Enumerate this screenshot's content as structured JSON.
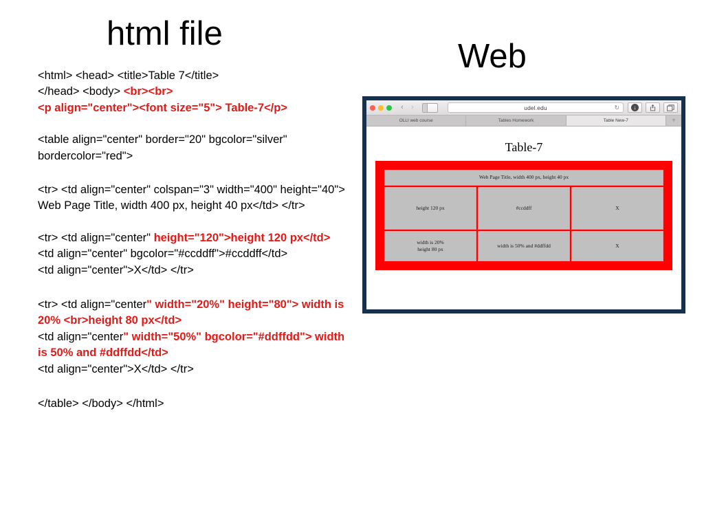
{
  "slide": {
    "heading_left": "html file",
    "heading_right": "Web"
  },
  "code": {
    "block1": [
      {
        "segments": [
          {
            "text": "<html>  <head>  <title>Table 7</title>",
            "red": false
          }
        ]
      },
      {
        "segments": [
          {
            "text": "</head>  <body>   ",
            "red": false
          },
          {
            "text": "<br><br>",
            "red": true
          }
        ]
      },
      {
        "segments": [
          {
            "text": "<p align=\"center\"><font size=\"5\"> Table-7</p>",
            "red": true
          }
        ]
      }
    ],
    "block2": [
      {
        "segments": [
          {
            "text": "<table align=\"center\" border=\"20\" bgcolor=\"silver\" bordercolor=\"red\">",
            "red": false
          }
        ]
      }
    ],
    "block3": [
      {
        "segments": [
          {
            "text": "<tr>  <td align=\"center\" colspan=\"3\" width=\"400\" height=\"40\"> Web Page Title, width 400 px, height 40 px</td>  </tr>",
            "red": false
          }
        ]
      }
    ],
    "block4": [
      {
        "segments": [
          {
            "text": " <tr>  <td align=\"center\" ",
            "red": false
          },
          {
            "text": "height=\"120\">height 120 px</td>",
            "red": true
          }
        ]
      },
      {
        "segments": [
          {
            "text": "<td align=\"center\" bgcolor=\"#ccddff\">#ccddff</td>",
            "red": false
          }
        ]
      },
      {
        "segments": [
          {
            "text": "<td align=\"center\">X</td>  </tr>",
            "red": false
          }
        ]
      }
    ],
    "block5": [
      {
        "segments": [
          {
            "text": "<tr>  <td align=\"center",
            "red": false
          },
          {
            "text": "\" width=\"20%\" height=\"80\"> width is 20% <br>height 80 px</td>",
            "red": true
          }
        ]
      },
      {
        "segments": [
          {
            "text": "<td align=\"center",
            "red": false
          },
          {
            "text": "\" width=\"50%\" bgcolor=\"#ddffdd\"> width is 50% and #ddffdd</td>",
            "red": true
          }
        ]
      },
      {
        "segments": [
          {
            "text": "<td align=\"center\">X</td>  </tr>",
            "red": false
          }
        ]
      }
    ],
    "block6": [
      {
        "segments": [
          {
            "text": "</table>  </body>  </html>",
            "red": false
          }
        ]
      }
    ]
  },
  "browser": {
    "url": "udel.edu",
    "reload_icon": "reload-icon",
    "back_icon": "‹",
    "forward_icon": "›",
    "download_icon": "↓",
    "tabs": [
      {
        "label": "OLLI web course",
        "active": false
      },
      {
        "label": "Tables Homework",
        "active": false
      },
      {
        "label": "Table New-7",
        "active": true
      }
    ],
    "new_tab_label": "+",
    "page": {
      "title": "Table-7",
      "table": {
        "header_cell": "Web Page Title, width 400 px, height 40 px",
        "row2": [
          "height 120 px",
          "#ccddff",
          "X"
        ],
        "row3_line1": "width is 20%",
        "row3_line2": "height 80 px",
        "row3_mid": "width is 50% and #ddffdd",
        "row3_right": "X"
      }
    }
  },
  "colors": {
    "red_text": "#e11b17",
    "table_border_red": "#ff0000",
    "silver": "#c0c0c0",
    "blue_cell": "#ccddff",
    "green_cell": "#ddffdd",
    "frame_navy": "#16314f"
  }
}
